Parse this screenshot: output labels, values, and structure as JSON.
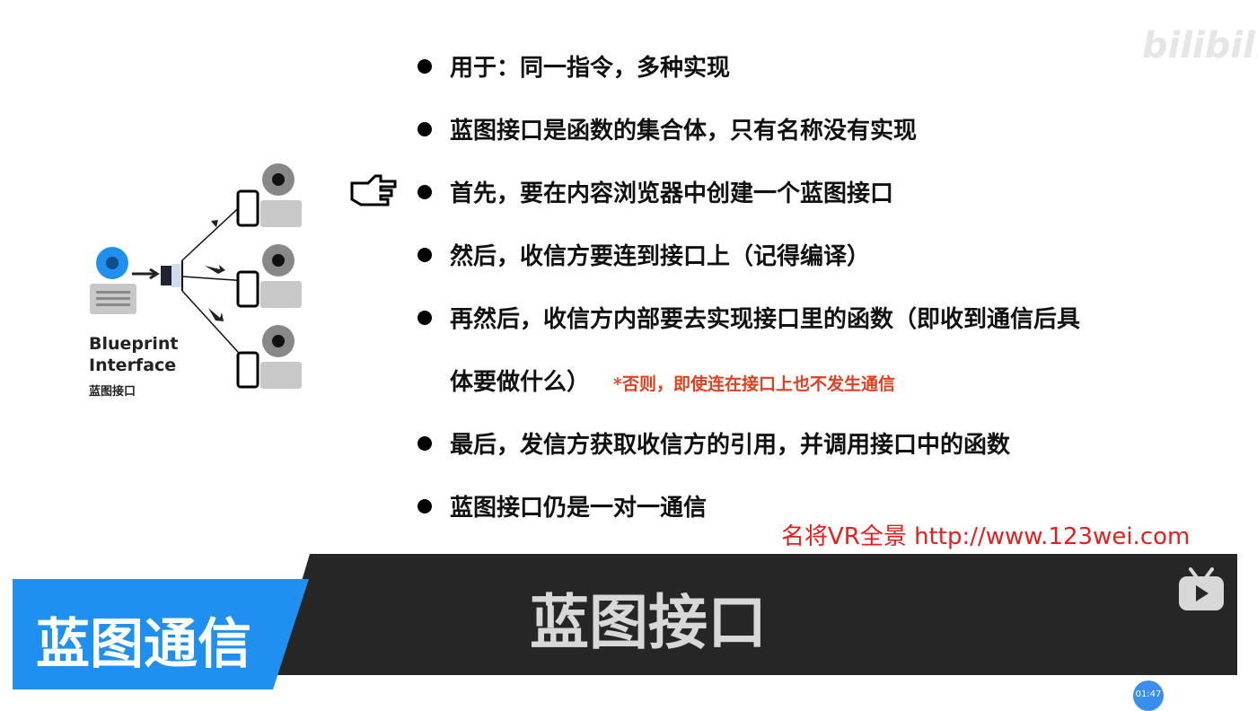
{
  "bullets": [
    "用于：同一指令，多种实现",
    "蓝图接口是函数的集合体，只有名称没有实现",
    "首先，要在内容浏览器中创建一个蓝图接口",
    "然后，收信方要连到接口上（记得编译）",
    "再然后，收信方内部要去实现接口里的函数（即收到通信后具",
    "最后，发信方获取收信方的引用，并调用接口中的函数",
    "蓝图接口仍是一对一通信"
  ],
  "bullet5_cont": "体要做什么）",
  "bullet5_note": "*否则，即使连在接口上也不发生通信",
  "diagram": {
    "line1": "Blueprint",
    "line2": "Interface",
    "line3": "蓝图接口"
  },
  "section_label": "蓝图通信",
  "slide_title": "蓝图接口",
  "watermark": "名将VR全景 http://www.123wei.com",
  "logo": "bilibili",
  "timestamp": "01:47",
  "colors": {
    "accent_blue": "#1f8ff0",
    "dark_band": "#262626",
    "note_red": "#e0401f"
  }
}
